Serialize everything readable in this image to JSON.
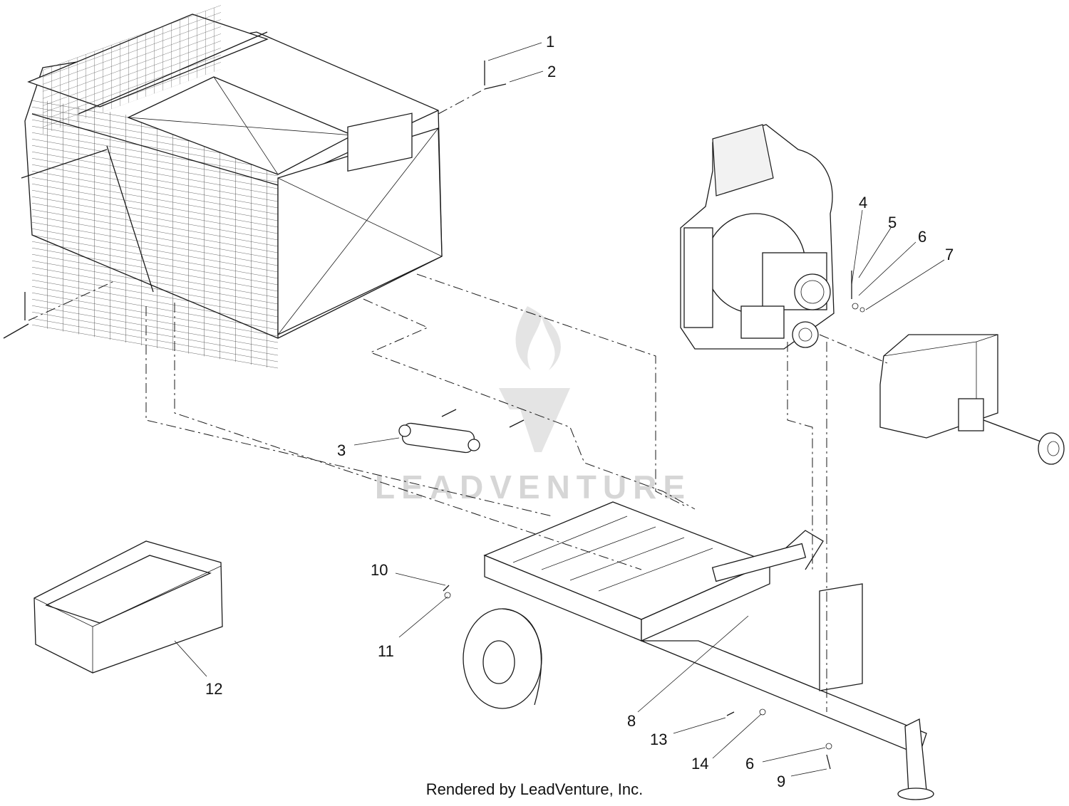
{
  "diagram": {
    "watermark": "LEADVENTURE",
    "footer": "Rendered by LeadVenture, Inc.",
    "callouts": {
      "c1": "1",
      "c2": "2",
      "c3": "3",
      "c4": "4",
      "c5": "5",
      "c6a": "6",
      "c6b": "6",
      "c7": "7",
      "c8": "8",
      "c9": "9",
      "c10": "10",
      "c11": "11",
      "c12": "12",
      "c13": "13",
      "c14": "14"
    }
  }
}
